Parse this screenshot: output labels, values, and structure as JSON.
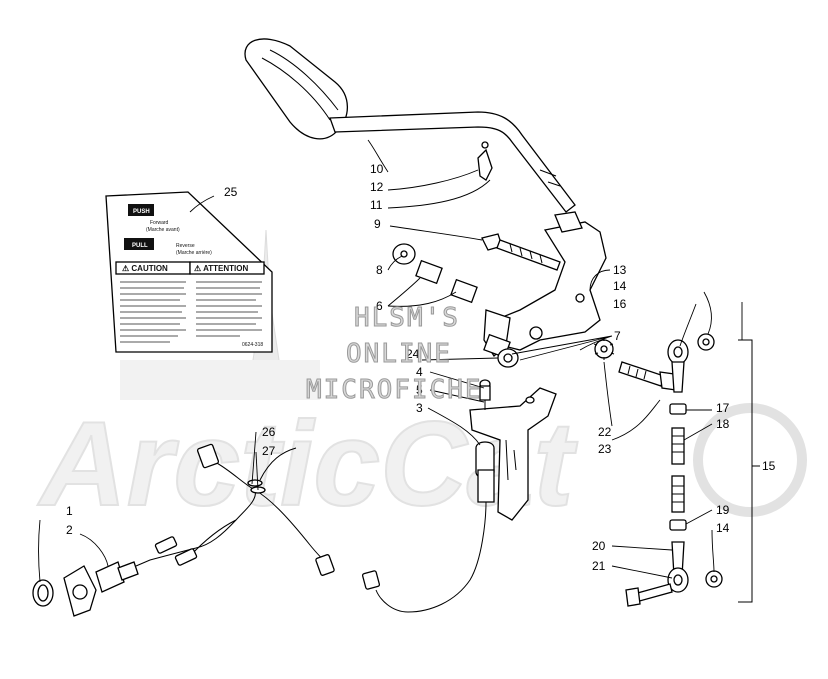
{
  "diagram": {
    "watermark": {
      "lines": [
        "HLSM'S",
        "ONLINE",
        "MICROFICHE"
      ],
      "logo_text": "ArcticCat"
    },
    "decal": {
      "push_label": "PUSH",
      "push_caption_1": "Forward",
      "push_caption_2": "(Marche avant)",
      "pull_label": "PULL",
      "pull_caption_1": "Reverse",
      "pull_caption_2": "(Marche arrière)",
      "caution_title": "⚠ CAUTION",
      "attention_title": "⚠ ATTENTION",
      "part_code": "0624-318"
    },
    "callouts": [
      {
        "id": "c1",
        "label": "1"
      },
      {
        "id": "c2",
        "label": "2"
      },
      {
        "id": "c3",
        "label": "3"
      },
      {
        "id": "c4",
        "label": "4"
      },
      {
        "id": "c5",
        "label": "5"
      },
      {
        "id": "c6",
        "label": "6"
      },
      {
        "id": "c7",
        "label": "7"
      },
      {
        "id": "c8",
        "label": "8"
      },
      {
        "id": "c9",
        "label": "9"
      },
      {
        "id": "c10",
        "label": "10"
      },
      {
        "id": "c11",
        "label": "11"
      },
      {
        "id": "c12",
        "label": "12"
      },
      {
        "id": "c13",
        "label": "13"
      },
      {
        "id": "c14a",
        "label": "14"
      },
      {
        "id": "c14b",
        "label": "14"
      },
      {
        "id": "c15",
        "label": "15"
      },
      {
        "id": "c16",
        "label": "16"
      },
      {
        "id": "c17",
        "label": "17"
      },
      {
        "id": "c18",
        "label": "18"
      },
      {
        "id": "c19",
        "label": "19"
      },
      {
        "id": "c20",
        "label": "20"
      },
      {
        "id": "c21",
        "label": "21"
      },
      {
        "id": "c22",
        "label": "22"
      },
      {
        "id": "c23",
        "label": "23"
      },
      {
        "id": "c24",
        "label": "24"
      },
      {
        "id": "c25",
        "label": "25"
      },
      {
        "id": "c26",
        "label": "26"
      },
      {
        "id": "c27",
        "label": "27"
      }
    ]
  }
}
